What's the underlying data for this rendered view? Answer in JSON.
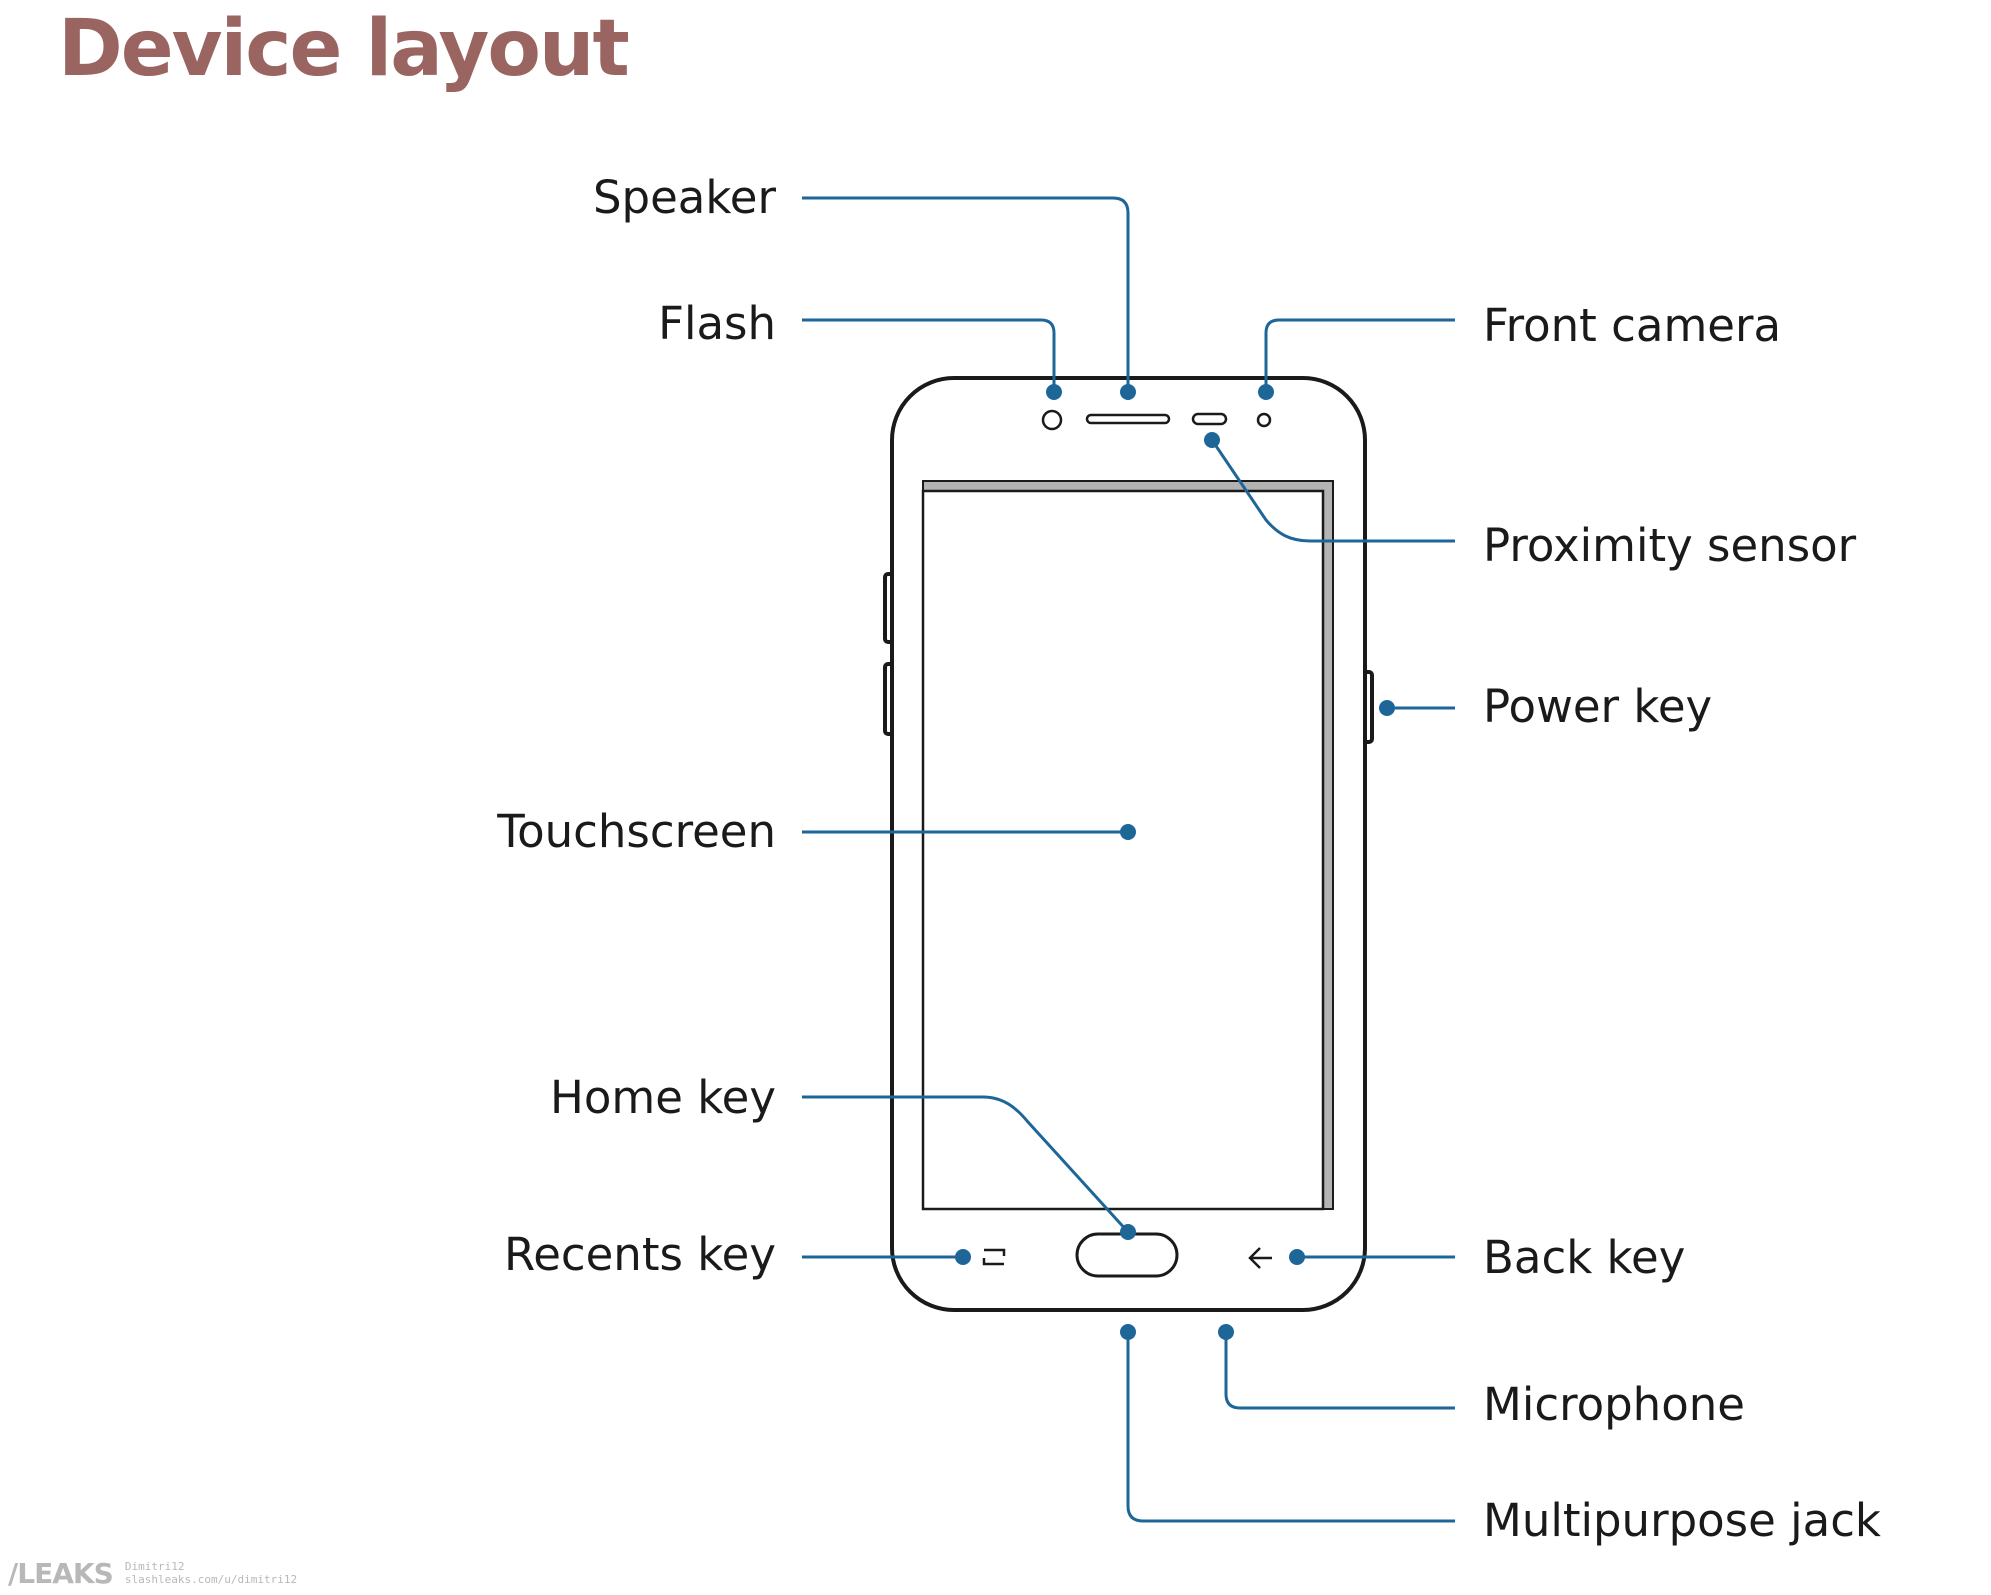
{
  "title": "Device layout",
  "colors": {
    "title": "#9a6560",
    "callout": "#1f6698",
    "outline": "#1a1a1a",
    "screen_shade": "#b3b3b3"
  },
  "labels": {
    "speaker": "Speaker",
    "flash": "Flash",
    "front_camera": "Front camera",
    "proximity_sensor": "Proximity sensor",
    "power_key": "Power key",
    "touchscreen": "Touchscreen",
    "home_key": "Home key",
    "recents_key": "Recents key",
    "back_key": "Back key",
    "microphone": "Microphone",
    "multipurpose_jack": "Multipurpose jack"
  },
  "watermark": {
    "logo": "/LEAKS",
    "line1": "Dimitri12",
    "line2": "slashleaks.com/u/dimitri12"
  }
}
